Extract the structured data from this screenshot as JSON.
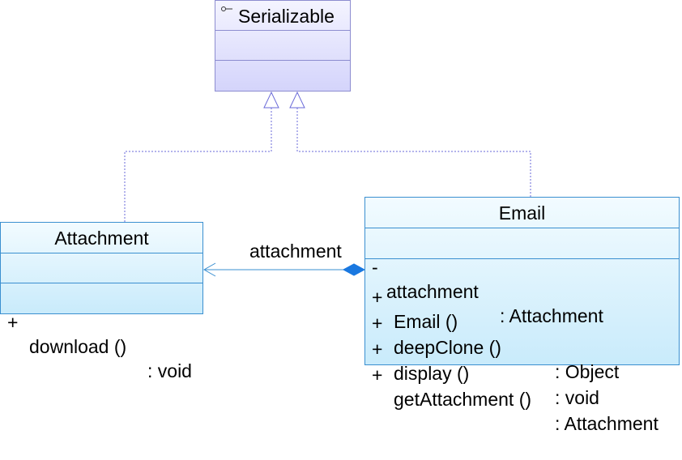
{
  "interface": {
    "name": "Serializable"
  },
  "attachment_class": {
    "name": "Attachment",
    "operations": [
      {
        "visibility": "+",
        "name": "download ()",
        "type": ": void"
      }
    ]
  },
  "email_class": {
    "name": "Email",
    "attributes": [
      {
        "visibility": "-",
        "name": "attachment",
        "type": ": Attachment"
      }
    ],
    "operations": [
      {
        "visibility": "+",
        "name": "Email ()",
        "type": ""
      },
      {
        "visibility": "+",
        "name": "deepClone ()",
        "type": ": Object"
      },
      {
        "visibility": "+",
        "name": "display ()",
        "type": ": void"
      },
      {
        "visibility": "+",
        "name": "getAttachment ()",
        "type": ": Attachment"
      }
    ]
  },
  "association": {
    "role_label": "attachment"
  },
  "colors": {
    "interface_border": "#8d8dd0",
    "class_border": "#3a8fd0",
    "connector": "#3a8fd0",
    "realization_line": "#6a6ad8"
  }
}
